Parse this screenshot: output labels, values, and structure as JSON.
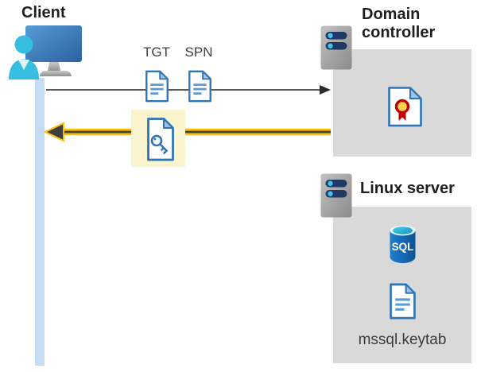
{
  "client": {
    "title": "Client"
  },
  "flow": {
    "tgt_label": "TGT",
    "spn_label": "SPN"
  },
  "domain_controller": {
    "title": "Domain controller"
  },
  "linux_server": {
    "title": "Linux server",
    "sql_label": "SQL",
    "keytab_label": "mssql.keytab"
  },
  "icons": {
    "client": "person-at-computer-icon",
    "server": "server-icon",
    "tgt": "document-icon",
    "spn": "document-icon",
    "session_key": "key-document-icon",
    "certificate": "certificate-icon",
    "database": "sql-database-icon",
    "keytab_file": "document-icon",
    "request": "arrow-right",
    "response": "arrow-left"
  },
  "colors": {
    "accent_yellow": "#FDC000",
    "arrow_dark": "#3F3F3F",
    "line_gray": "#595959",
    "highlight_yellow": "#FAF4CF",
    "box_gray": "#D9D9D9",
    "doc_blue": "#2E75B6",
    "client_bar_blue": "#C5DDF4",
    "title_black": "#1F1F1F",
    "label_gray": "#404040"
  }
}
